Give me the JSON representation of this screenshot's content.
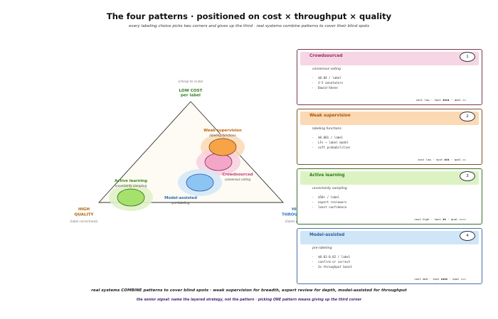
{
  "title": "The four patterns · positioned on cost × throughput × quality",
  "subtitle": "every labeling choice picks two corners and gives up the third  ·  real systems combine patterns to cover their blind spots",
  "corners": {
    "top": {
      "hint": "(cheap to scale)",
      "line1": "LOW COST",
      "line2": "per label",
      "color": "#2e7d1e"
    },
    "left": {
      "line1": "HIGH",
      "line2": "QUALITY",
      "hint": "(label correctness)",
      "color": "#b0620a"
    },
    "right": {
      "line1": "HIGH",
      "line2": "THROUGHPUT",
      "hint": "(labels per hour)",
      "color": "#2f6fb7"
    }
  },
  "patterns": [
    {
      "id": 1,
      "name": "Crowdsourced",
      "number": "1",
      "sublabel": "consensus voting",
      "card_subtitle": "consensus voting",
      "bullets": [
        "$0.04 / label",
        "3-5 annotators",
        "Dawid-Skene"
      ],
      "metrics": "cost low  ·  tput ▮▮▮▮  ·  qual ▸▸",
      "color": "#c83c7a",
      "fill": "#f4a6c9",
      "halo": "#f7cfe0",
      "head_bg": "#f6d6e4",
      "border": "#7a3550",
      "title_color": "#9b2e60"
    },
    {
      "id": 2,
      "name": "Weak supervision",
      "number": "2",
      "sublabel": "labeling functions",
      "card_subtitle": "labeling functions",
      "bullets": [
        "$0.001 / label",
        "LFs → label model",
        "soft probabilities"
      ],
      "metrics": "cost low  ·  tput ▮▮▮  ·  qual ▸▸",
      "color": "#c0650a",
      "fill": "#f7a448",
      "halo": "#fbd8b4",
      "head_bg": "#fbd9b4",
      "border": "#7a5420",
      "title_color": "#a6560b"
    },
    {
      "id": 3,
      "name": "Active learning",
      "number": "3",
      "sublabel": "uncertainty sampling",
      "card_subtitle": "uncertainty sampling",
      "bullets": [
        "$50+ / label",
        "expert reviewers",
        "least confidence"
      ],
      "metrics": "cost high  ·  tput ▮▮  ·  qual ▸▸▸▸",
      "color": "#3b8a22",
      "fill": "#a6e16c",
      "halo": "#dff2c8",
      "head_bg": "#dcf2c3",
      "border": "#3c6e2e",
      "title_color": "#2f7a17"
    },
    {
      "id": 4,
      "name": "Model-assisted",
      "number": "4",
      "sublabel": "pre-labeling",
      "card_subtitle": "pre-labeling",
      "bullets": [
        "$0.01-0.02 / label",
        "confirm or correct",
        "3x throughput boost"
      ],
      "metrics": "cost med  ·  tput ▮▮▮▮  ·  qual ▸▸▸",
      "color": "#2f6fb7",
      "fill": "#8cc4f4",
      "halo": "#d4e8f9",
      "head_bg": "#cfe5f8",
      "border": "#4a6fa8",
      "title_color": "#2f5f9e"
    }
  ],
  "footer": {
    "line1": "real systems COMBINE patterns to cover blind spots  ·  weak supervision for breadth, expert review for depth, model-assisted for throughput",
    "line2": "the senior signal: name the layered strategy, not the pattern  ·  picking ONE pattern means giving up the third corner"
  }
}
